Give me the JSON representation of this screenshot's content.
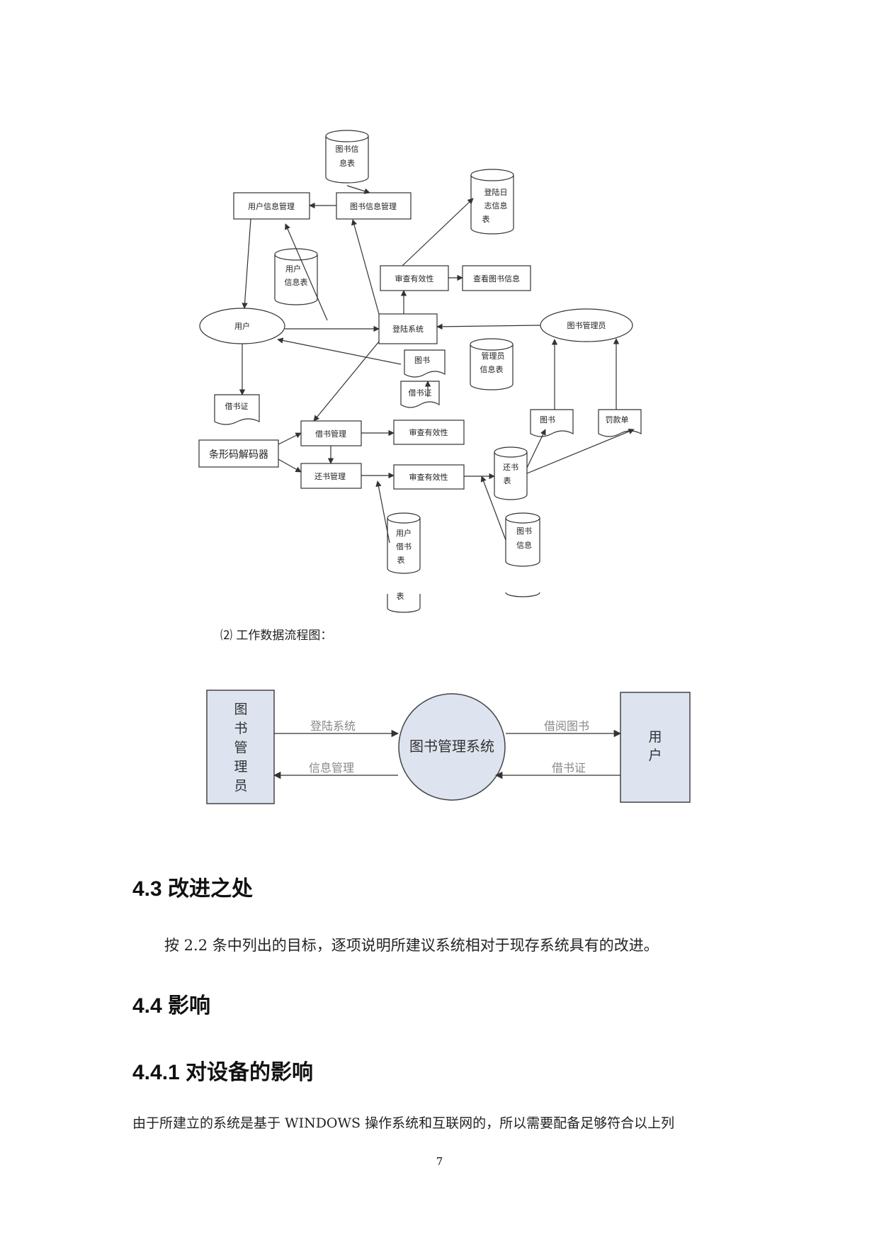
{
  "figure1": {
    "nodes": {
      "book_info_table": [
        "图书信",
        "息表"
      ],
      "user_info_mgmt": "用户信息管理",
      "book_info_mgmt": "图书信息管理",
      "login_log_table": [
        "登陆日",
        "志信息",
        "表"
      ],
      "user_info_table": [
        "用户",
        "信息表"
      ],
      "check_validity_top": "审查有效性",
      "view_book_info": "查看图书信息",
      "user": "用户",
      "login_system": "登陆系统",
      "librarian": "图书管理员",
      "book_doc": "图书",
      "admin_info_table": [
        "管理员",
        "信息表"
      ],
      "borrow_card_doc": "借书证",
      "borrow_card_doc2": "借书证",
      "barcode_decoder": "条形码解码器",
      "borrow_mgmt": "借书管理",
      "check_validity_mid": "审查有效性",
      "book_doc2": "图书",
      "fine_doc": "罚款单",
      "return_mgmt": "还书管理",
      "check_validity_bot": "审查有效性",
      "return_table": [
        "还书",
        "表"
      ],
      "user_borrow_table": [
        "用户",
        "借书",
        "表"
      ],
      "book_info_db": [
        "图书",
        "信息"
      ],
      "partial_table": "表"
    }
  },
  "caption": "⑵ 工作数据流程图：",
  "figure2": {
    "librarian_chars": [
      "图",
      "书",
      "管",
      "理",
      "员"
    ],
    "center": "图书管理系统",
    "user_chars": [
      "用",
      "户"
    ],
    "arrow_login": "登陆系统",
    "arrow_info": "信息管理",
    "arrow_borrow": "借阅图书",
    "arrow_card": "借书证"
  },
  "sections": {
    "s43_title": "4.3 改进之处",
    "s43_body": "按 2.2 条中列出的目标，逐项说明所建议系统相对于现存系统具有的改进。",
    "s44_title": "4.4 影响",
    "s441_title": "4.4.1 对设备的影响",
    "s441_body": "由于所建立的系统是基于 WINDOWS 操作系统和互联网的，所以需要配备足够符合以上列"
  },
  "page_number": "7"
}
